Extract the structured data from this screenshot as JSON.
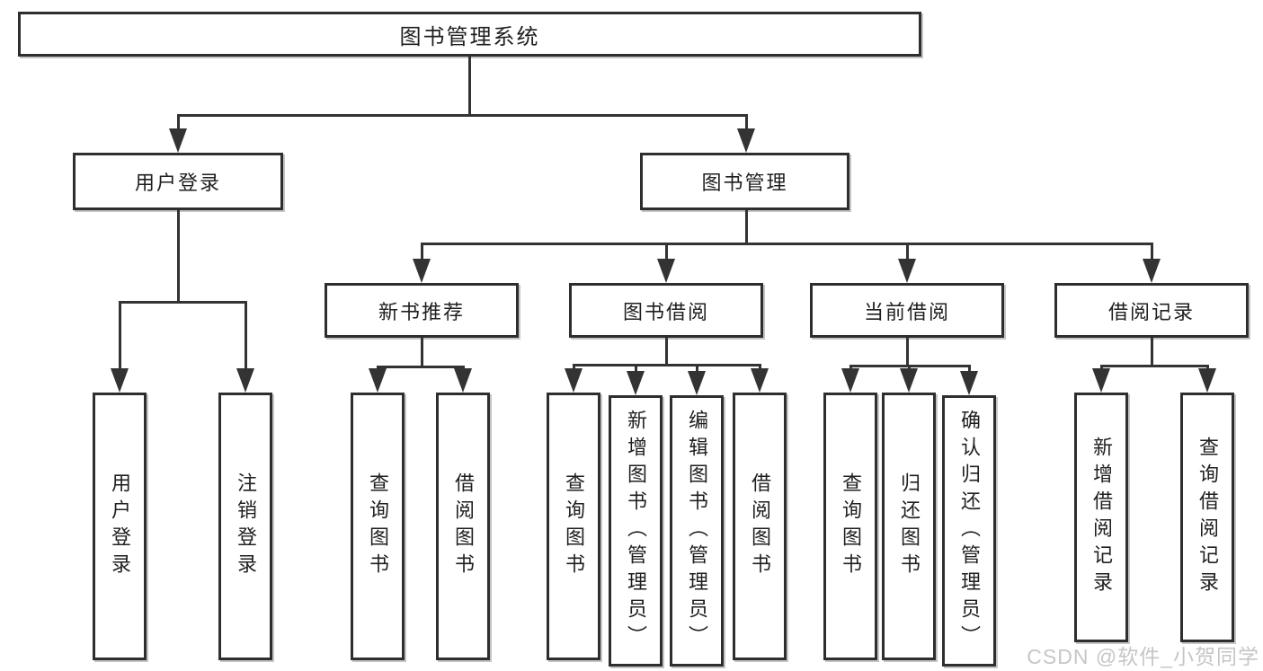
{
  "diagram": {
    "root": {
      "label": "图书管理系统"
    },
    "level2": [
      {
        "label": "用户登录"
      },
      {
        "label": "图书管理"
      }
    ],
    "level3": [
      {
        "label": "新书推荐"
      },
      {
        "label": "图书借阅"
      },
      {
        "label": "当前借阅"
      },
      {
        "label": "借阅记录"
      }
    ],
    "leaves": {
      "user_login": [
        "用户登录",
        "注销登录"
      ],
      "new_book": [
        "查询图书",
        "借阅图书"
      ],
      "book_borrow": [
        "查询图书",
        "新增图书（管理员）",
        "编辑图书（管理员）",
        "借阅图书"
      ],
      "current_borrow": [
        "查询图书",
        "归还图书",
        "确认归还（管理员）"
      ],
      "borrow_record": [
        "新增借阅记录",
        "查询借阅记录"
      ]
    }
  },
  "watermark": {
    "text": "CSDN @软件_小贺同学"
  },
  "colors": {
    "line": "#333333",
    "box_border": "#2e2e2e",
    "background": "#ffffff",
    "watermark": "#c6c6c6"
  }
}
